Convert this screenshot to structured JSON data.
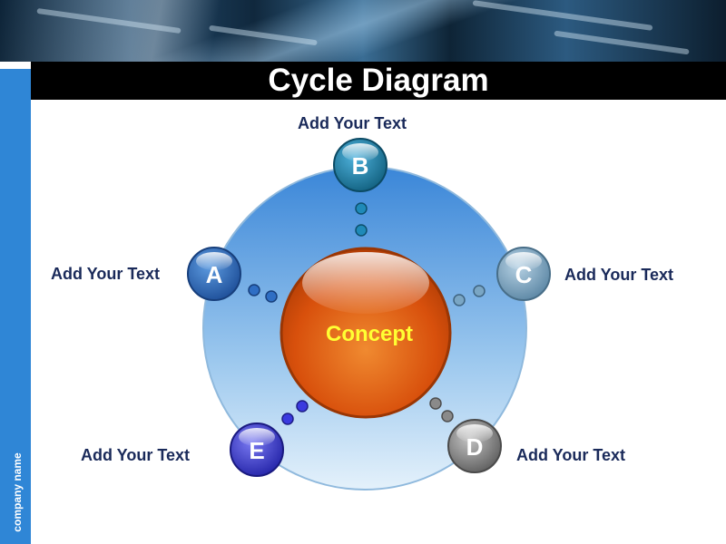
{
  "title": "Cycle Diagram",
  "company_name": "company name",
  "center": {
    "label": "Concept"
  },
  "nodes": [
    {
      "letter": "A",
      "label": "Add Your Text"
    },
    {
      "letter": "B",
      "label": "Add Your Text"
    },
    {
      "letter": "C",
      "label": "Add Your Text"
    },
    {
      "letter": "D",
      "label": "Add Your Text"
    },
    {
      "letter": "E",
      "label": "Add Your Text"
    }
  ],
  "colors": {
    "title_bar": "#000000",
    "side_bar": "#2f86d6",
    "center": "#e05a10",
    "center_text": "#ffff33",
    "label_text": "#1a2a5a",
    "node_a": "#2f6ec4",
    "node_b": "#1f8ab8",
    "node_c": "#7aa6c4",
    "node_d": "#8a8a8a",
    "node_e": "#3a3adf"
  }
}
